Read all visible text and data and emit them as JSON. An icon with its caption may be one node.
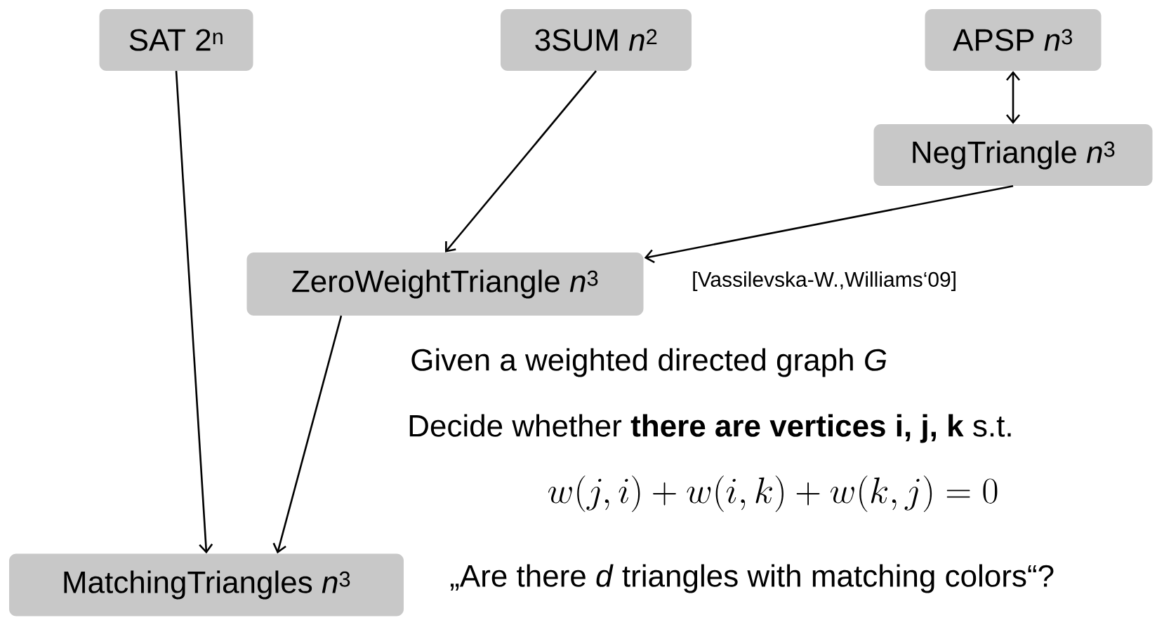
{
  "diagram": {
    "nodes": [
      {
        "text": [
          "SAT 2$^{n}$"
        ]
      },
      {
        "text": [
          "3SUM *n*$^{2}$"
        ]
      },
      {
        "text": [
          "APSP *n*$^{3}$"
        ]
      },
      {
        "text": [
          "NegTriangle *n*$^{3}$"
        ]
      },
      {
        "text": [
          "ZeroWeightTriangle *n*$^{3}$"
        ]
      },
      {
        "text": [
          "MatchingTriangles *n*$^{3}$"
        ]
      }
    ],
    "edges": [
      {
        "from": 0,
        "to": 5,
        "arrow": "to"
      },
      {
        "from": 1,
        "to": 4,
        "arrow": "to"
      },
      {
        "from": 2,
        "to": 3,
        "arrow": "both"
      },
      {
        "from": 3,
        "to": 4,
        "arrow": "to"
      },
      {
        "from": 4,
        "to": 5,
        "arrow": "to"
      }
    ],
    "labels": [
      "[Vassilevska-W.,Williams‘09]",
      "Given a weighted directed graph *G*",
      "Decide whether **there are vertices i, j, k** s.t.",
      "w(j,i)+w(i,k)+w(k,j)=0",
      "„Are there *d* triangles with matching colors“?"
    ]
  }
}
